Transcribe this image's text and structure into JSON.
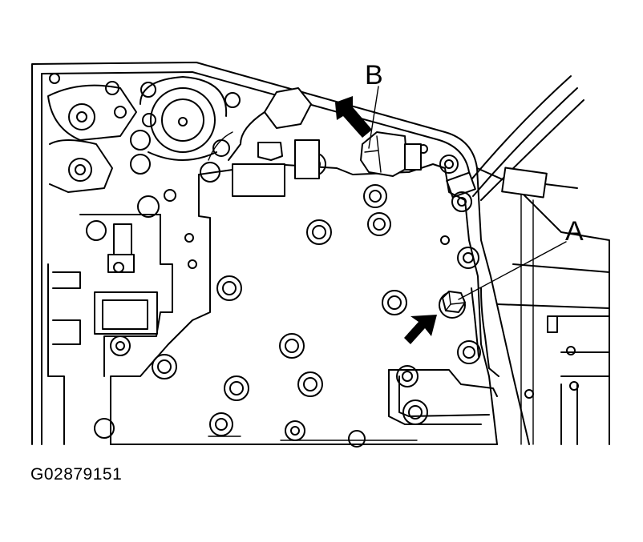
{
  "diagram": {
    "callouts": [
      {
        "id": "B",
        "label": "B"
      },
      {
        "id": "A",
        "label": "A"
      }
    ],
    "figure_code": "G02879151"
  }
}
